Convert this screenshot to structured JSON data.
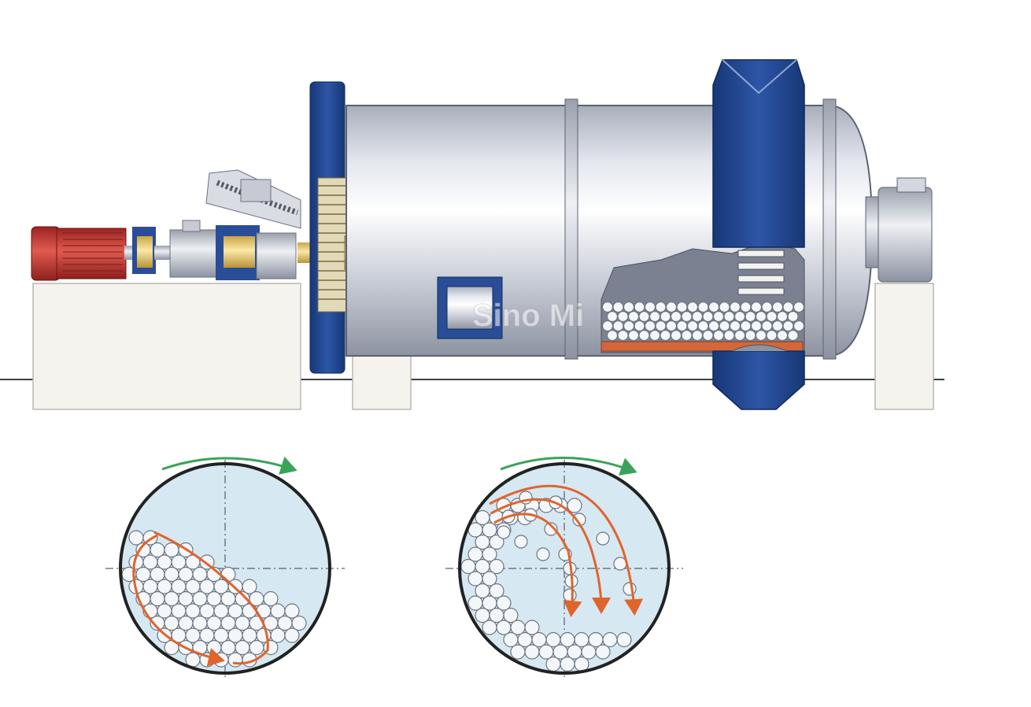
{
  "watermark": "Sino Mi",
  "colors": {
    "shell_light": "#eef1f6",
    "shell_mid": "#b7bcc8",
    "shell_dark": "#8f95a3",
    "blue": "#23468f",
    "blue_dark": "#173777",
    "motor_red": "#c8342e",
    "coupling_yellow": "#e6c86a",
    "foundation": "#f4f3ee",
    "liner_orange": "#d4673a",
    "arrow_orange": "#e0642c",
    "arrow_green": "#3aa35a",
    "ball_fill": "#f4f7fa",
    "ball_stroke": "#6c7480",
    "drum_interior": "#d6e8f2"
  },
  "components": [
    "electric-motor",
    "coupling",
    "gear-reducer",
    "feed-hopper",
    "girth-gear",
    "mill-shell",
    "manhole-door",
    "discharge-housing",
    "main-bearing"
  ],
  "cross_sections": [
    {
      "id": "cascading",
      "rotation": "clockwise"
    },
    {
      "id": "cataracting",
      "rotation": "clockwise"
    }
  ]
}
